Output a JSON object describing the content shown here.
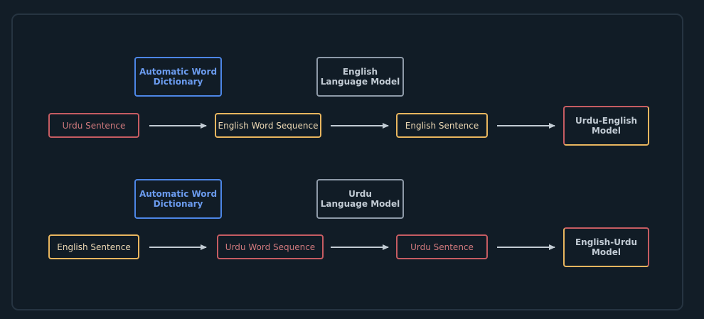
{
  "colors": {
    "background": "#121d27",
    "frame": "#263441",
    "blue": "#4d86e6",
    "blueText": "#6b9bee",
    "gray": "#8e9aa8",
    "grayText": "#c2cbd4",
    "red": "#c65c62",
    "redText": "#d0797d",
    "yellow": "#e9b65f",
    "yellowText": "#ecd8b4",
    "arrow": "#c3ccd4"
  },
  "rows": [
    {
      "dictionary": "Automatic Word\nDictionary",
      "language_model": "English\nLanguage Model",
      "source": "Urdu Sentence",
      "word_sequence": "English Word Sequence",
      "target": "English Sentence",
      "model": "Urdu-English\nModel"
    },
    {
      "dictionary": "Automatic Word\nDictionary",
      "language_model": "Urdu\nLanguage Model",
      "source": "English Sentence",
      "word_sequence": "Urdu Word Sequence",
      "target": "Urdu Sentence",
      "model": "English-Urdu\nModel"
    }
  ]
}
